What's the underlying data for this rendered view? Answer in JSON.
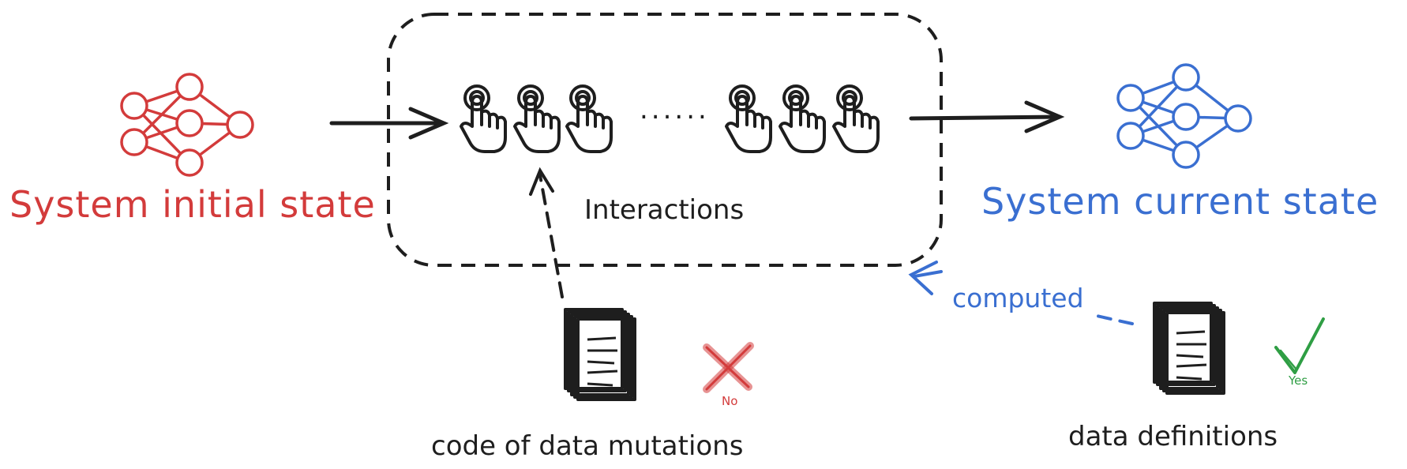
{
  "colors": {
    "initial": "#d33b3b",
    "current": "#3a6fd1",
    "ink": "#1e1e1e",
    "yes": "#2f9e44",
    "no": "#d33b3b"
  },
  "initial_state": {
    "label": "System initial state",
    "icon": "neural-network-icon"
  },
  "current_state": {
    "label": "System current state",
    "icon": "neural-network-icon"
  },
  "interactions": {
    "label": "Interactions",
    "separator": "......",
    "icon": "tap-hand-icon"
  },
  "code_doc": {
    "label": "code of data mutations",
    "mark": "No",
    "icon": "document-stack-icon"
  },
  "definitions_doc": {
    "label": "data definitions",
    "mark": "Yes",
    "icon": "document-stack-icon"
  },
  "computed_arrow": {
    "label": "computed"
  }
}
